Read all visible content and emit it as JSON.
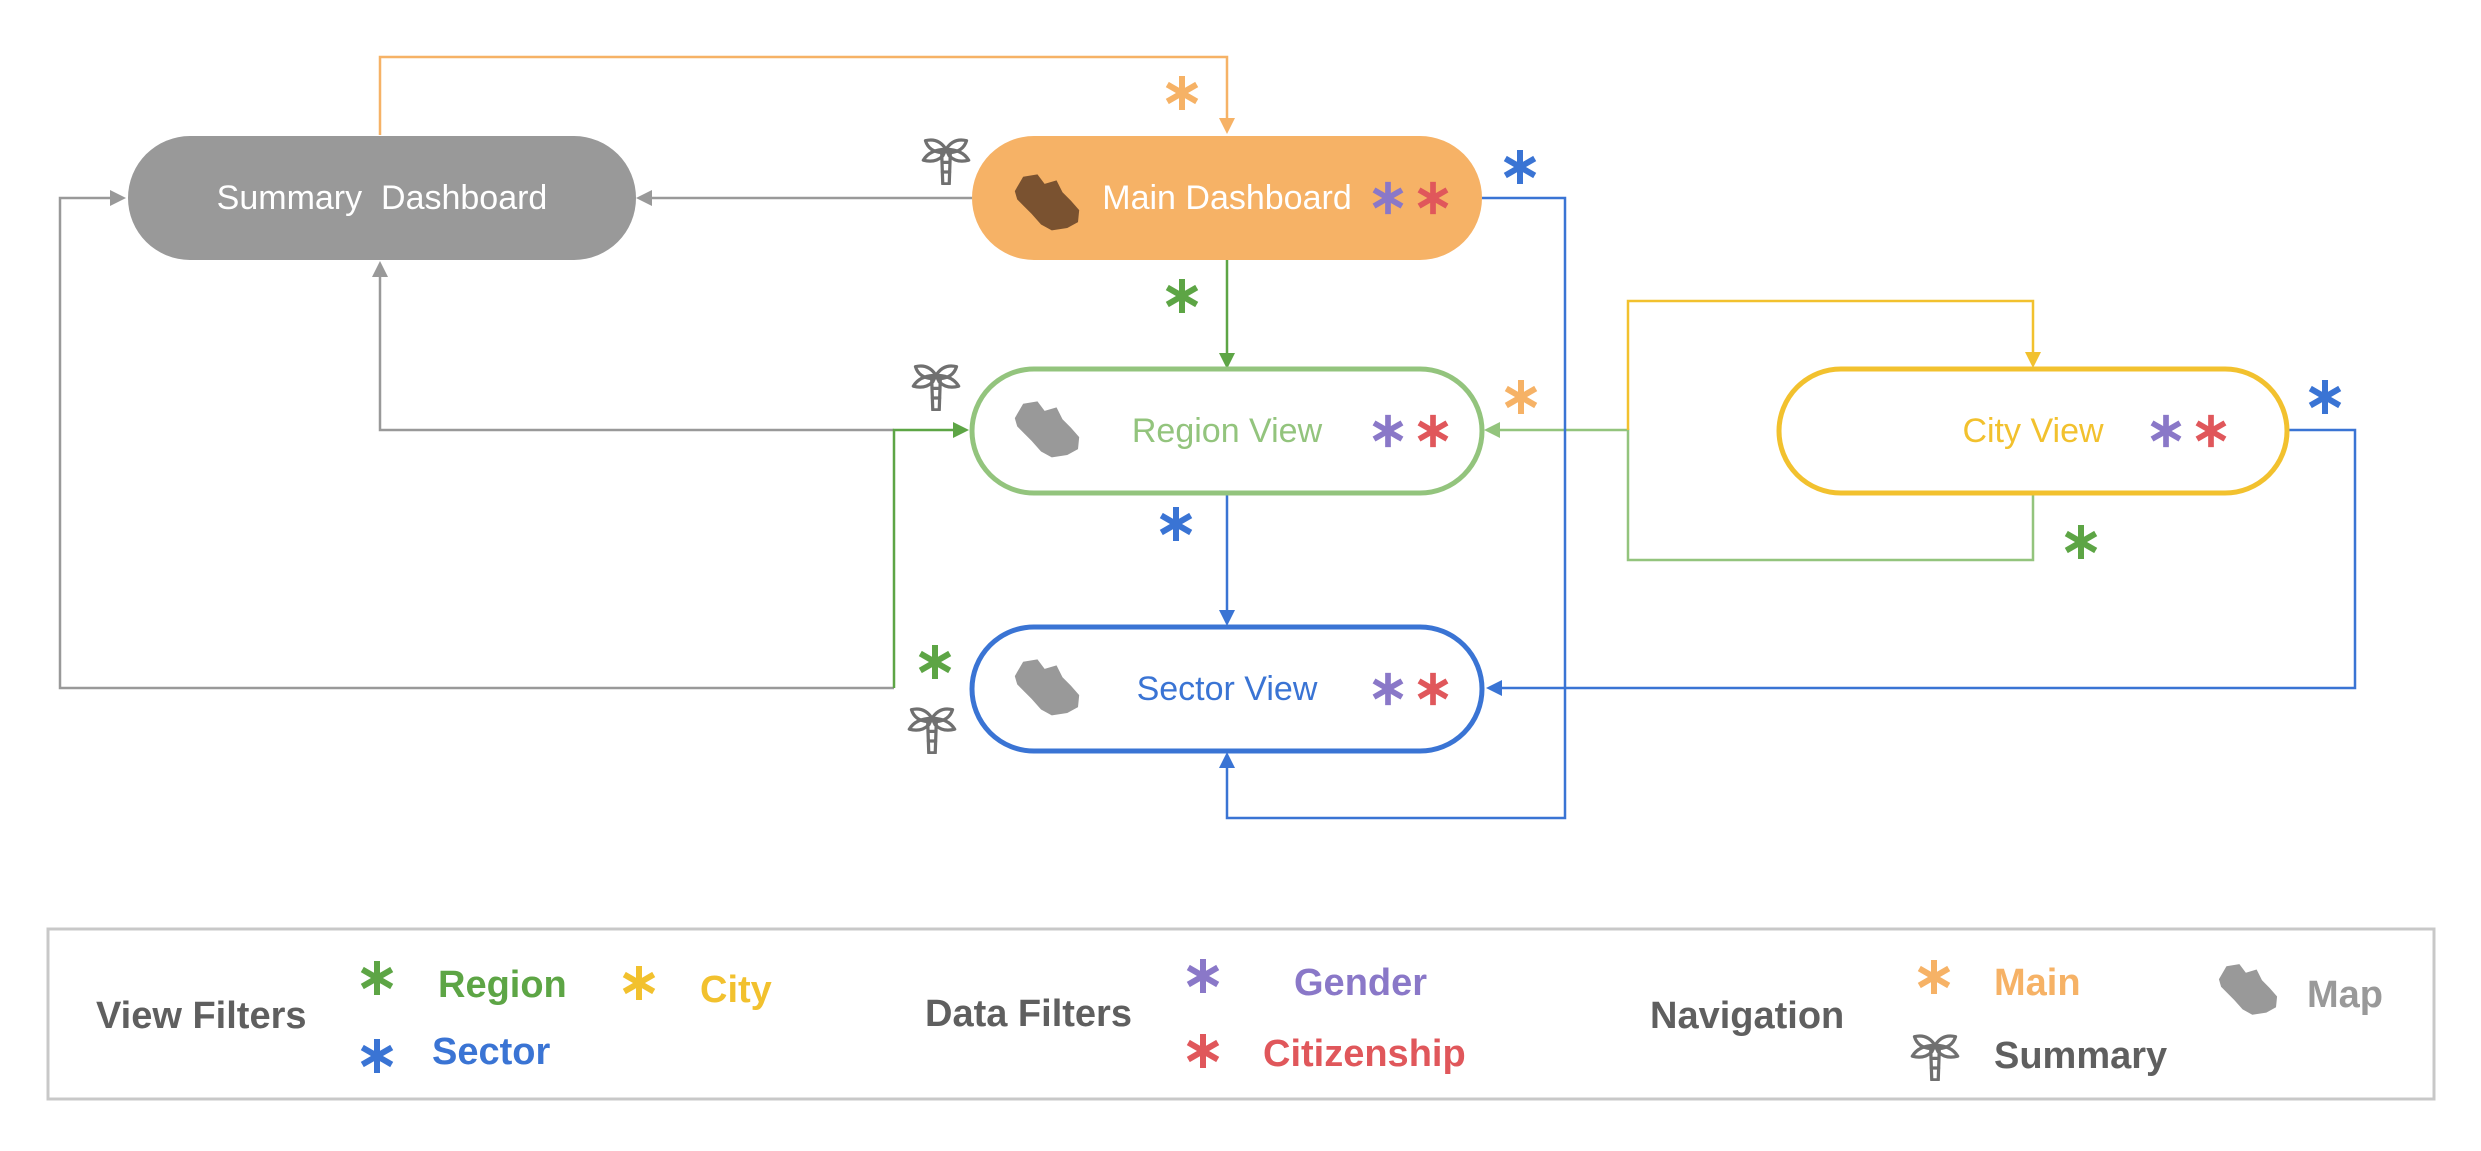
{
  "nodes": {
    "summary": {
      "label": "Summary  Dashboard"
    },
    "main": {
      "label": "Main Dashboard"
    },
    "region": {
      "label": "Region View"
    },
    "sector": {
      "label": "Sector View"
    },
    "city": {
      "label": "City View"
    }
  },
  "legend": {
    "view_filters": {
      "title": "View Filters",
      "region": "Region",
      "city": "City",
      "sector": "Sector"
    },
    "data_filters": {
      "title": "Data Filters",
      "gender": "Gender",
      "citizenship": "Citizenship"
    },
    "navigation": {
      "title": "Navigation",
      "main": "Main",
      "summary": "Summary",
      "map": "Map"
    }
  },
  "colors": {
    "region": "#5da545",
    "city": "#f2c12e",
    "sector": "#3a74d4",
    "main": "#f6b266",
    "summary": "#999999",
    "gender": "#8a78c8",
    "citizenship": "#e0575b",
    "region_border": "#93c47d",
    "icon": "#707070",
    "map_dark": "#7a5230",
    "label_dark": "#5f5f5f",
    "legend_border": "#c8c8c8"
  },
  "icons": {
    "map": "saudi-map-icon",
    "summary": "palm-tree-icon",
    "filter": "asterisk-icon"
  }
}
